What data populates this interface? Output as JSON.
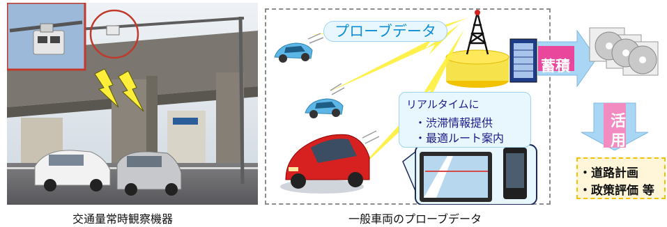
{
  "captions": {
    "left": "交通量常時観察機器",
    "middle": "一般車両のプローブデータ"
  },
  "probe_label": "プローブデータ",
  "realtime": {
    "title": "リアルタイムに",
    "items": [
      "・渋滞情報提供",
      "・最適ルート案内"
    ]
  },
  "accumulate_label": "蓄積",
  "use_label": [
    "活",
    "用"
  ],
  "results": [
    "・道路計画",
    "・政策評価 等"
  ],
  "colors": {
    "dash_border": "#8c8c8c",
    "probe_text": "#0f8fd3",
    "pill_fill": "#e8f6fd",
    "arrow_blue": "#a8d6f4",
    "accum_pink": "#e8479c",
    "use_pink": "#f28cc0",
    "lightning": "#ffef3a",
    "car_red": "#d72020",
    "car_blue": "#5cb7e6",
    "result_border": "#f2c200",
    "frame_red": "#c0392b"
  }
}
